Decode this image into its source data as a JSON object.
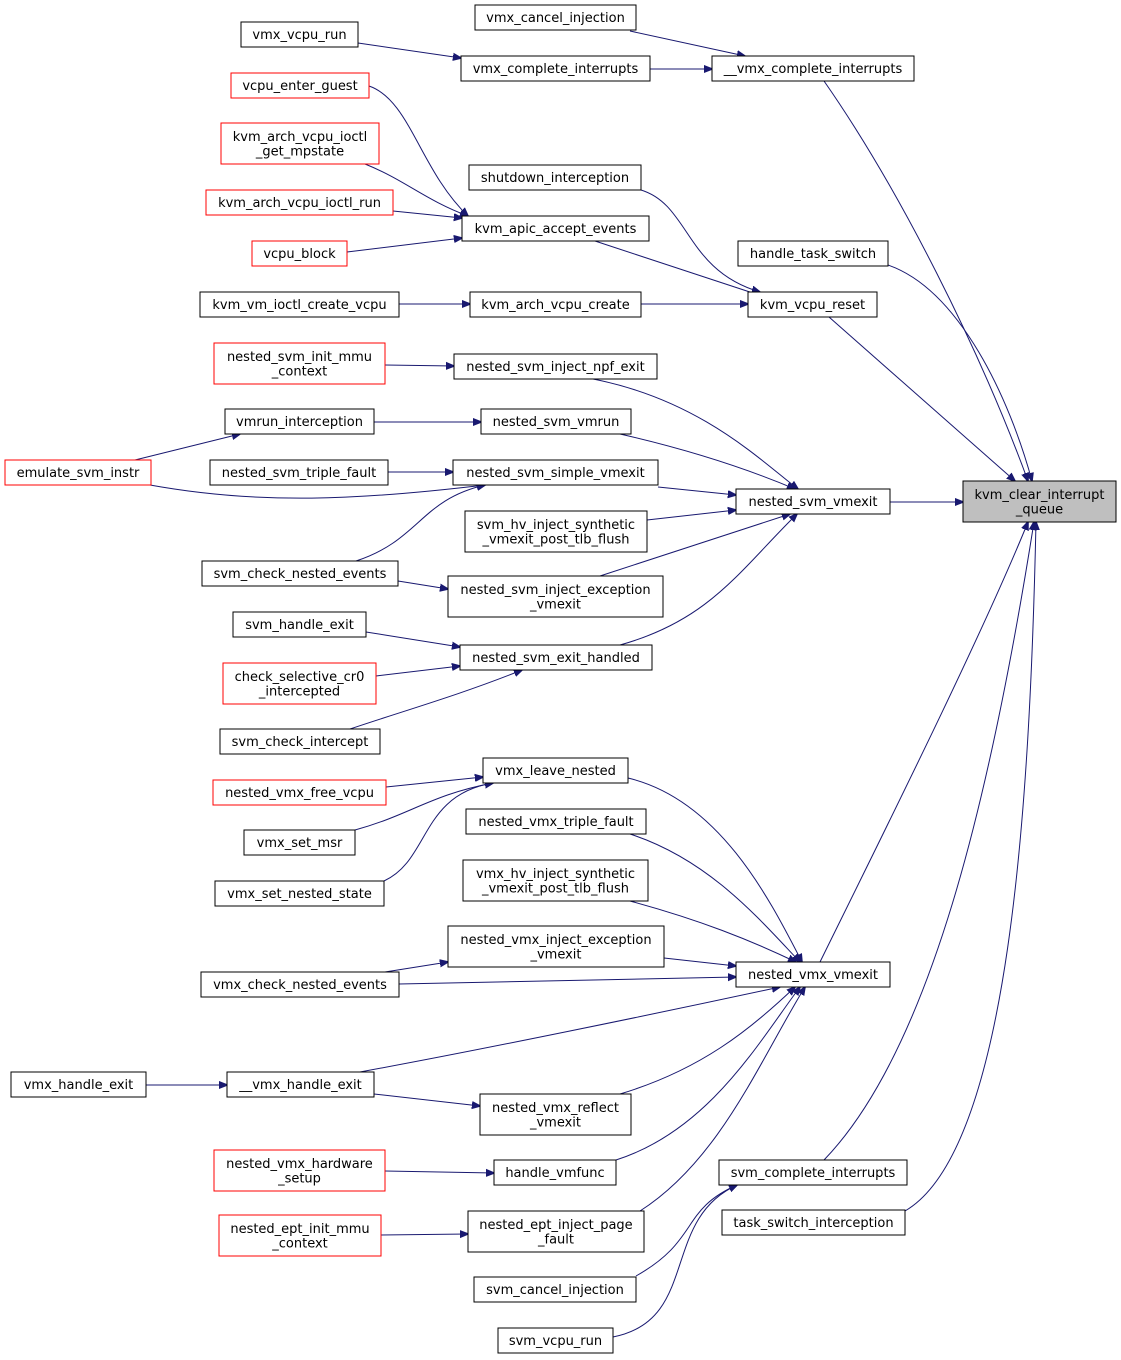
{
  "colors": {
    "edge": "#191970",
    "node_border": "#000000",
    "truncated_border": "#ff0000",
    "root_fill": "#bfbfbf"
  },
  "nodes": {
    "root": {
      "lines": [
        "kvm_clear_interrupt",
        "_queue"
      ],
      "kind": "root"
    },
    "vmx_cancel_injection": {
      "lines": [
        "vmx_cancel_injection"
      ]
    },
    "vmx_vcpu_run": {
      "lines": [
        "vmx_vcpu_run"
      ]
    },
    "vmx_complete_interrupts": {
      "lines": [
        "vmx_complete_interrupts"
      ]
    },
    "__vmx_complete_interrupts": {
      "lines": [
        "__vmx_complete_interrupts"
      ]
    },
    "vcpu_enter_guest": {
      "lines": [
        "vcpu_enter_guest"
      ],
      "kind": "truncated"
    },
    "kvm_arch_vcpu_ioctl_get_mpstate": {
      "lines": [
        "kvm_arch_vcpu_ioctl",
        "_get_mpstate"
      ],
      "kind": "truncated"
    },
    "shutdown_interception": {
      "lines": [
        "shutdown_interception"
      ]
    },
    "kvm_arch_vcpu_ioctl_run": {
      "lines": [
        "kvm_arch_vcpu_ioctl_run"
      ],
      "kind": "truncated"
    },
    "kvm_apic_accept_events": {
      "lines": [
        "kvm_apic_accept_events"
      ]
    },
    "vcpu_block": {
      "lines": [
        "vcpu_block"
      ],
      "kind": "truncated"
    },
    "handle_task_switch": {
      "lines": [
        "handle_task_switch"
      ]
    },
    "kvm_vm_ioctl_create_vcpu": {
      "lines": [
        "kvm_vm_ioctl_create_vcpu"
      ]
    },
    "kvm_arch_vcpu_create": {
      "lines": [
        "kvm_arch_vcpu_create"
      ]
    },
    "kvm_vcpu_reset": {
      "lines": [
        "kvm_vcpu_reset"
      ]
    },
    "nested_svm_init_mmu_context": {
      "lines": [
        "nested_svm_init_mmu",
        "_context"
      ],
      "kind": "truncated"
    },
    "nested_svm_inject_npf_exit": {
      "lines": [
        "nested_svm_inject_npf_exit"
      ]
    },
    "vmrun_interception": {
      "lines": [
        "vmrun_interception"
      ]
    },
    "nested_svm_vmrun": {
      "lines": [
        "nested_svm_vmrun"
      ]
    },
    "emulate_svm_instr": {
      "lines": [
        "emulate_svm_instr"
      ],
      "kind": "truncated"
    },
    "nested_svm_triple_fault": {
      "lines": [
        "nested_svm_triple_fault"
      ]
    },
    "nested_svm_simple_vmexit": {
      "lines": [
        "nested_svm_simple_vmexit"
      ]
    },
    "nested_svm_vmexit": {
      "lines": [
        "nested_svm_vmexit"
      ]
    },
    "svm_hv_inject_synthetic": {
      "lines": [
        "svm_hv_inject_synthetic",
        "_vmexit_post_tlb_flush"
      ]
    },
    "svm_check_nested_events": {
      "lines": [
        "svm_check_nested_events"
      ]
    },
    "nested_svm_inject_exception_vmexit": {
      "lines": [
        "nested_svm_inject_exception",
        "_vmexit"
      ]
    },
    "svm_handle_exit": {
      "lines": [
        "svm_handle_exit"
      ]
    },
    "nested_svm_exit_handled": {
      "lines": [
        "nested_svm_exit_handled"
      ]
    },
    "check_selective_cr0_intercepted": {
      "lines": [
        "check_selective_cr0",
        "_intercepted"
      ],
      "kind": "truncated"
    },
    "svm_check_intercept": {
      "lines": [
        "svm_check_intercept"
      ]
    },
    "vmx_leave_nested": {
      "lines": [
        "vmx_leave_nested"
      ]
    },
    "nested_vmx_free_vcpu": {
      "lines": [
        "nested_vmx_free_vcpu"
      ],
      "kind": "truncated"
    },
    "nested_vmx_triple_fault": {
      "lines": [
        "nested_vmx_triple_fault"
      ]
    },
    "vmx_set_msr": {
      "lines": [
        "vmx_set_msr"
      ]
    },
    "vmx_hv_inject_synthetic": {
      "lines": [
        "vmx_hv_inject_synthetic",
        "_vmexit_post_tlb_flush"
      ]
    },
    "vmx_set_nested_state": {
      "lines": [
        "vmx_set_nested_state"
      ]
    },
    "nested_vmx_inject_exception_vmexit": {
      "lines": [
        "nested_vmx_inject_exception",
        "_vmexit"
      ]
    },
    "nested_vmx_vmexit": {
      "lines": [
        "nested_vmx_vmexit"
      ]
    },
    "vmx_check_nested_events": {
      "lines": [
        "vmx_check_nested_events"
      ]
    },
    "vmx_handle_exit": {
      "lines": [
        "vmx_handle_exit"
      ]
    },
    "__vmx_handle_exit": {
      "lines": [
        "__vmx_handle_exit"
      ]
    },
    "nested_vmx_reflect_vmexit": {
      "lines": [
        "nested_vmx_reflect",
        "_vmexit"
      ]
    },
    "nested_vmx_hardware_setup": {
      "lines": [
        "nested_vmx_hardware",
        "_setup"
      ],
      "kind": "truncated"
    },
    "handle_vmfunc": {
      "lines": [
        "handle_vmfunc"
      ]
    },
    "svm_complete_interrupts": {
      "lines": [
        "svm_complete_interrupts"
      ]
    },
    "nested_ept_init_mmu_context": {
      "lines": [
        "nested_ept_init_mmu",
        "_context"
      ],
      "kind": "truncated"
    },
    "nested_ept_inject_page_fault": {
      "lines": [
        "nested_ept_inject_page",
        "_fault"
      ]
    },
    "task_switch_interception": {
      "lines": [
        "task_switch_interception"
      ]
    },
    "svm_cancel_injection": {
      "lines": [
        "svm_cancel_injection"
      ]
    },
    "svm_vcpu_run": {
      "lines": [
        "svm_vcpu_run"
      ]
    }
  }
}
